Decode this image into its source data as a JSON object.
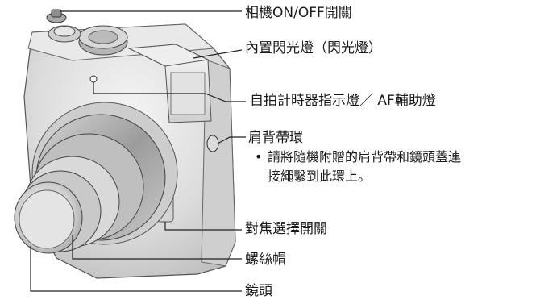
{
  "labels": {
    "power_switch": "相機ON/OFF開關",
    "flash": "內置閃光燈（閃光燈）",
    "self_timer_lamp": "自拍計時器指示燈／ AF輔助燈",
    "strap_eyelet": "肩背帶環",
    "strap_note_bullet": "•",
    "strap_note_line1": "請將隨機附贈的肩背帶和鏡頭蓋連",
    "strap_note_line2": "接繩繫到此環上。",
    "focus_switch": "對焦選擇開關",
    "lens_ring": "螺絲帽",
    "lens": "鏡頭"
  }
}
